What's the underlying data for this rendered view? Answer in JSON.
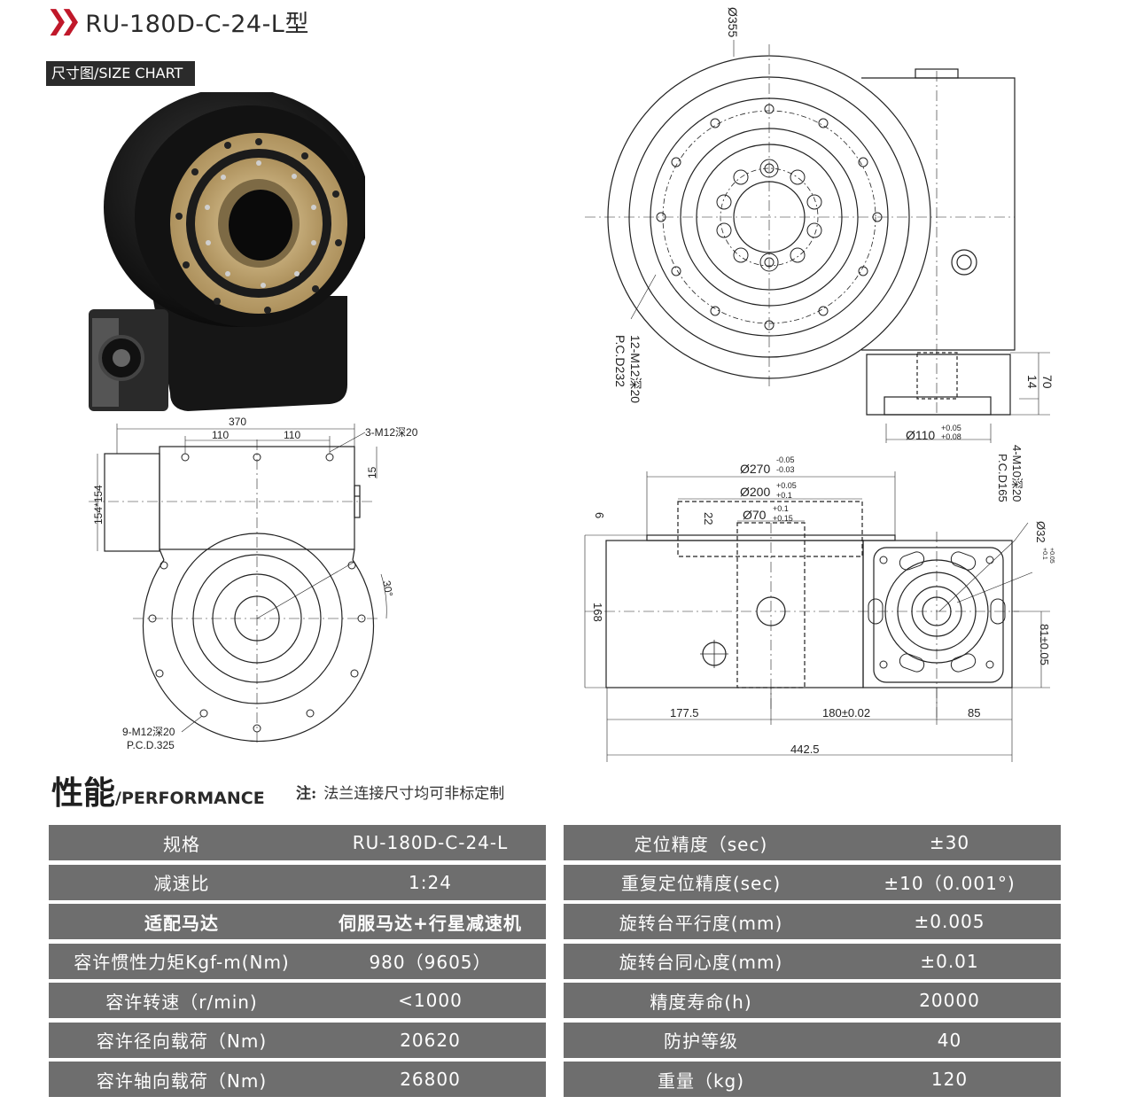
{
  "header": {
    "title": "RU-180D-C-24-L型",
    "size_chart_label": "尺寸图/SIZE CHART"
  },
  "drawing_labels": {
    "d355": "Ø355",
    "pcd232_a": "12-M12深20",
    "pcd232_b": "P.C.D232",
    "dim14": "14",
    "dim70": "70",
    "d110": "Ø110",
    "d110_tol_up": "+0.05",
    "d110_tol_lo": "+0.08",
    "dim370": "370",
    "dim110a": "110",
    "dim110b": "110",
    "m12_3": "3-M12深20",
    "dim15": "15",
    "dim154": "154*154",
    "dim30deg": "30°",
    "m12_9": "9-M12深20",
    "pcd325": "P.C.D.325",
    "d270": "Ø270",
    "d270_up": "-0.05",
    "d270_lo": "-0.03",
    "d200": "Ø200",
    "d200_up": "+0.05",
    "d200_lo": "+0.1",
    "d70": "Ø70",
    "d70_up": "+0.1",
    "d70_lo": "+0.15",
    "dim6": "6",
    "dim22": "22",
    "dim168": "168",
    "m10": "4-M10深20",
    "pcd165": "P.C.D165",
    "d32": "Ø32",
    "d32_up": "+0.05",
    "d32_lo": "+0.1",
    "dim81": "81±0.05",
    "dim177": "177.5",
    "dim180": "180±0.02",
    "dim85": "85",
    "dim442": "442.5"
  },
  "performance": {
    "title_cn": "性能",
    "title_en": "/PERFORMANCE",
    "note_label": "注:",
    "note_text": "法兰连接尺寸均可非标定制"
  },
  "spec_left": [
    {
      "k": "规格",
      "v": "RU-180D-C-24-L"
    },
    {
      "k": "减速比",
      "v": "1:24"
    },
    {
      "k": "适配马达",
      "v": "伺服马达+行星减速机"
    },
    {
      "k": "容许惯性力矩Kgf-m(Nm)",
      "v": "980（9605）"
    },
    {
      "k": "容许转速（r/min)",
      "v": "<1000"
    },
    {
      "k": "容许径向载荷（Nm)",
      "v": "20620"
    },
    {
      "k": "容许轴向载荷（Nm)",
      "v": "26800"
    }
  ],
  "spec_right": [
    {
      "k": "定位精度（sec)",
      "v": "±30"
    },
    {
      "k": "重复定位精度(sec)",
      "v": "±10（0.001°)"
    },
    {
      "k": "旋转台平行度(mm)",
      "v": "±0.005"
    },
    {
      "k": "旋转台同心度(mm)",
      "v": "±0.01"
    },
    {
      "k": "精度寿命(h)",
      "v": "20000"
    },
    {
      "k": "防护等级",
      "v": "40"
    },
    {
      "k": "重量（kg)",
      "v": "120"
    }
  ]
}
